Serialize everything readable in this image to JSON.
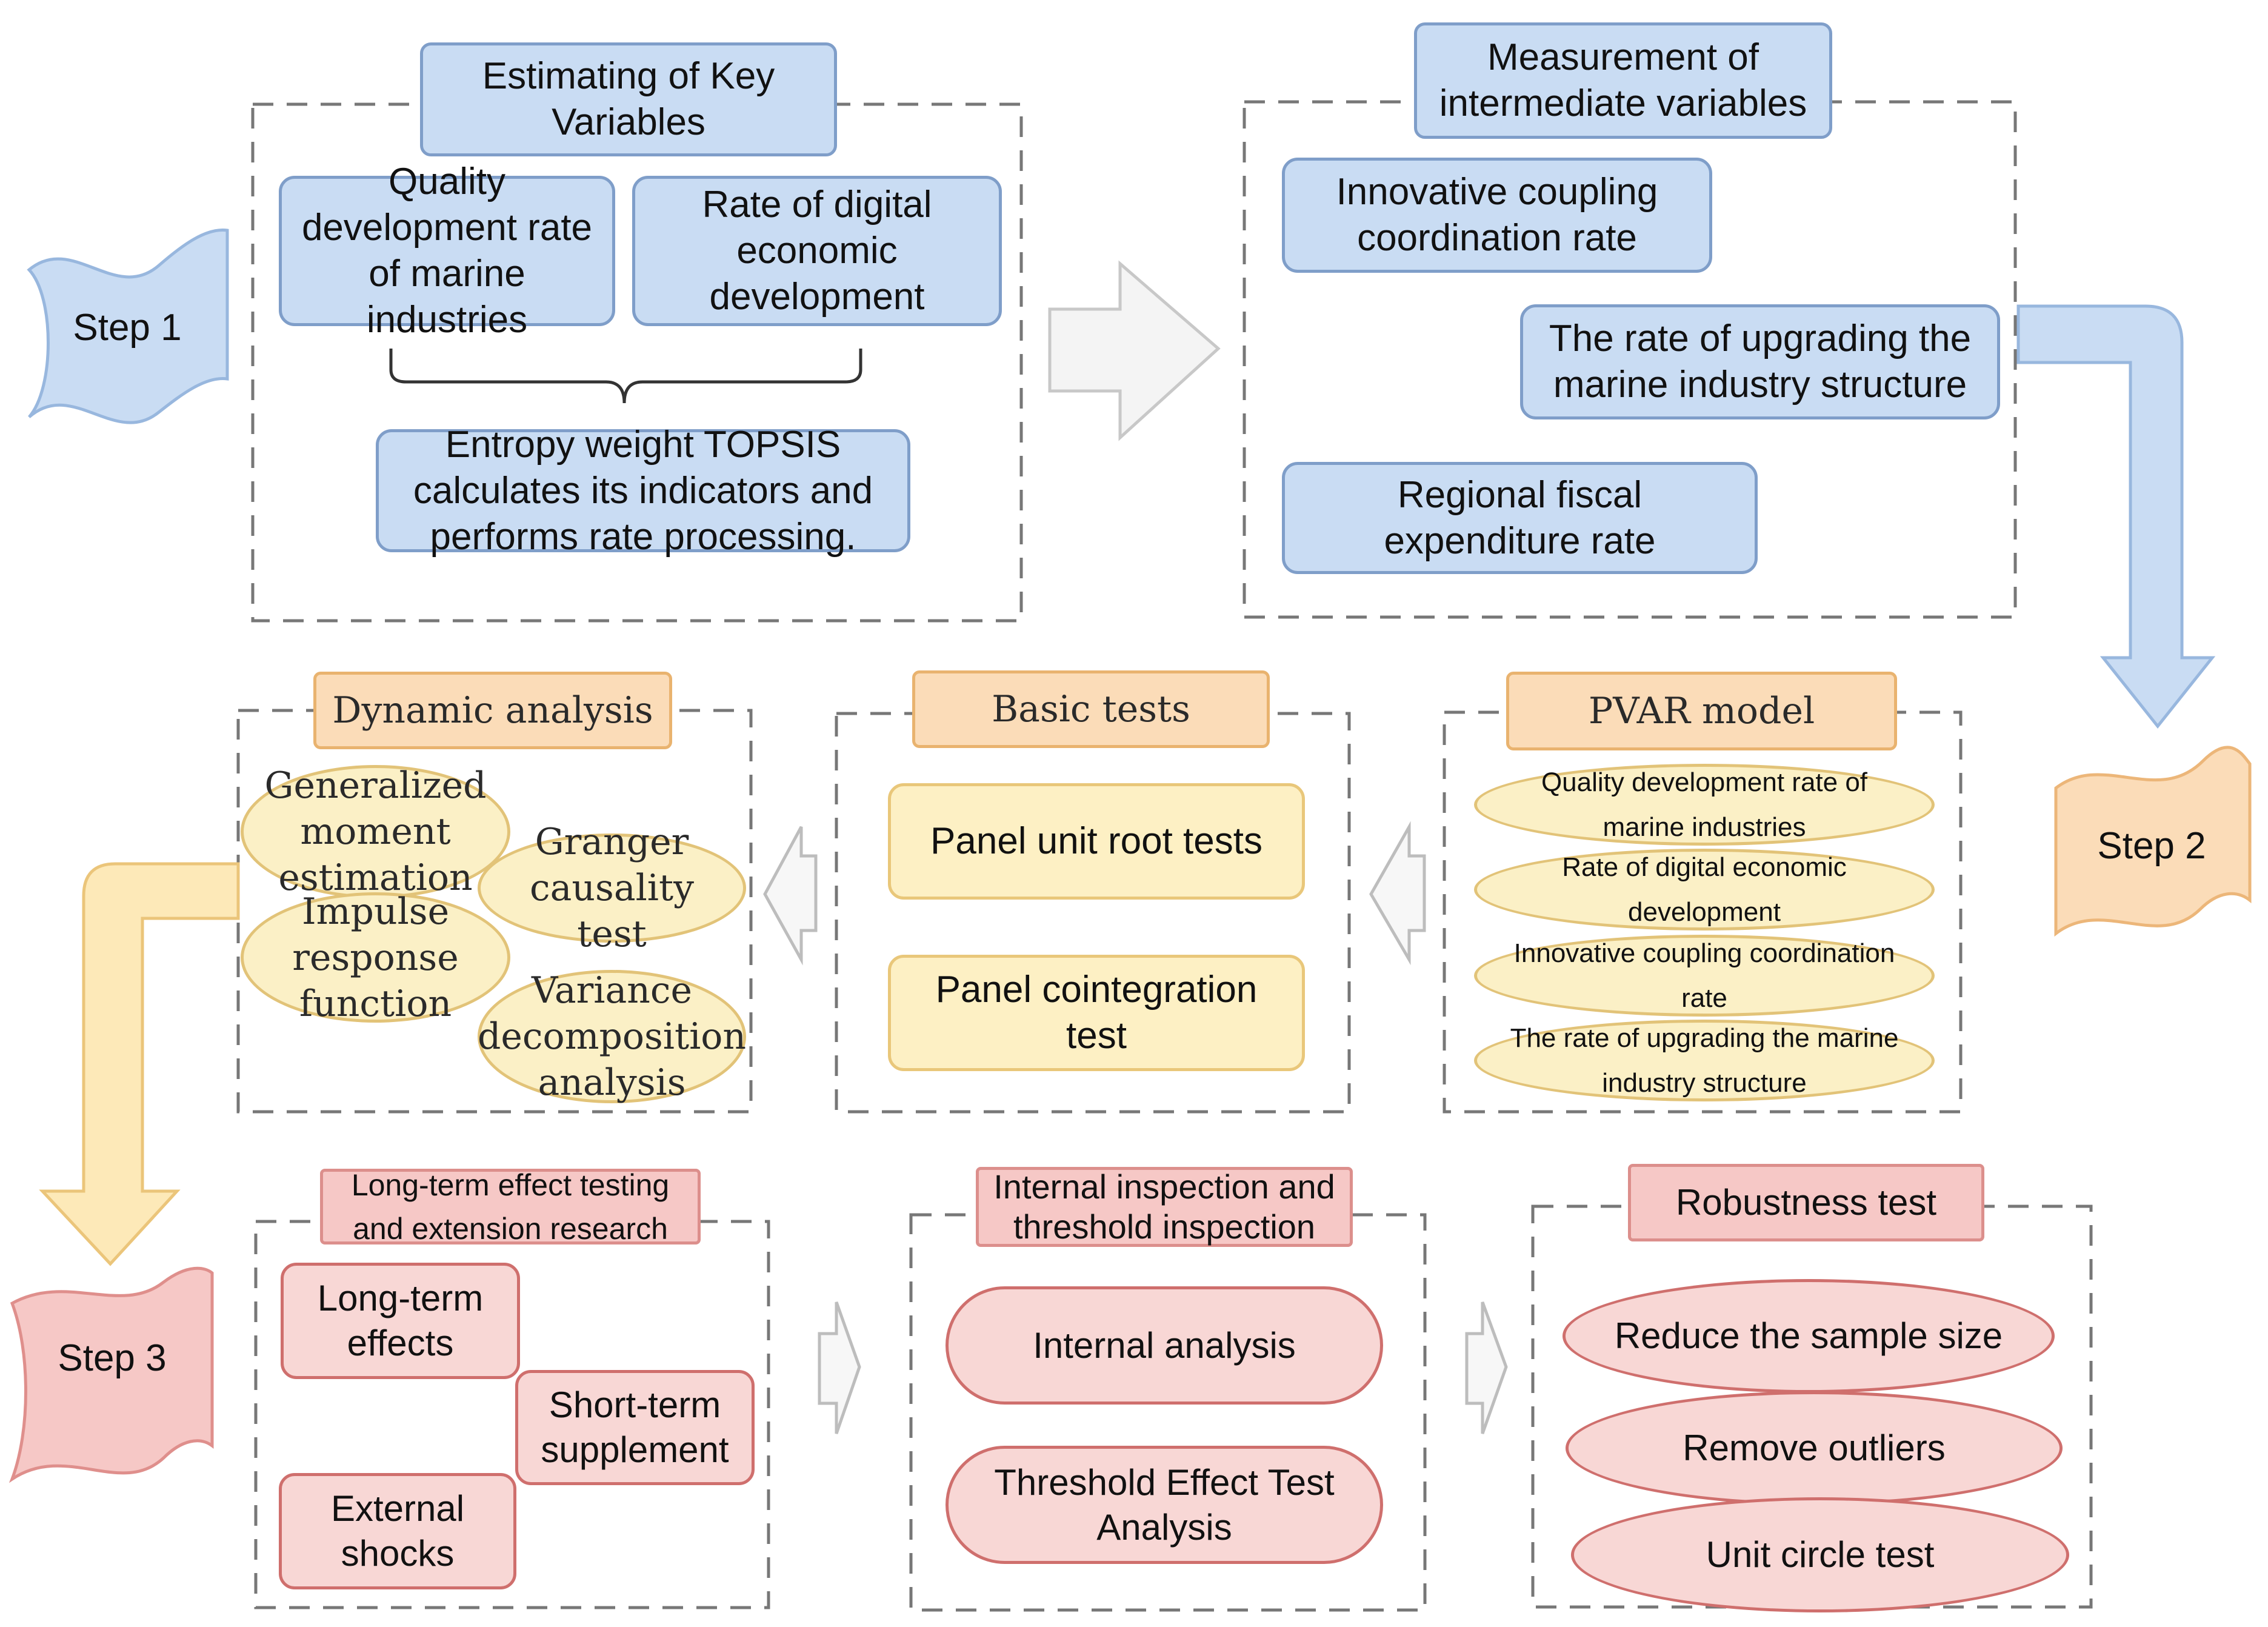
{
  "step1": {
    "label": "Step 1",
    "header": "Estimating of Key Variables",
    "box_quality": "Quality development rate of marine industries",
    "box_digital": "Rate of digital economic development",
    "box_topsis": "Entropy weight TOPSIS calculates its indicators and performs rate processing."
  },
  "intermediate": {
    "header": "Measurement of intermediate variables",
    "box_innovative": "Innovative coupling coordination rate",
    "box_upgrading": "The rate of upgrading the marine industry structure",
    "box_fiscal": "Regional fiscal expenditure rate"
  },
  "step2": {
    "label": "Step 2",
    "pvar": {
      "header": "PVAR model",
      "items": [
        "Quality development rate of marine industries",
        "Rate of digital economic development",
        "Innovative coupling coordination rate",
        "The rate of upgrading the marine industry structure"
      ]
    },
    "basic": {
      "header": "Basic tests",
      "items": [
        "Panel unit root tests",
        "Panel cointegration test"
      ]
    },
    "dynamic": {
      "header": "Dynamic analysis",
      "items": [
        "Generalized moment estimation",
        "Granger causality test",
        "Impulse response function",
        "Variance decomposition analysis"
      ]
    }
  },
  "step3": {
    "label": "Step 3",
    "longterm": {
      "header": "Long-term effect testing and extension research",
      "items": [
        "Long-term effects",
        "Short-term supplement",
        "External shocks"
      ]
    },
    "internal": {
      "header": "Internal inspection and threshold inspection",
      "items": [
        "Internal analysis",
        "Threshold Effect Test Analysis"
      ]
    },
    "robust": {
      "header": "Robustness test",
      "items": [
        "Reduce the sample size",
        "Remove outliers",
        "Unit circle test"
      ]
    }
  },
  "colors": {
    "blue_fill": "#c9dcf3",
    "orange_fill": "#fbdcb8",
    "yellow_fill": "#fdf0c4",
    "red_fill": "#f8d7d5",
    "dash": "#777777"
  }
}
